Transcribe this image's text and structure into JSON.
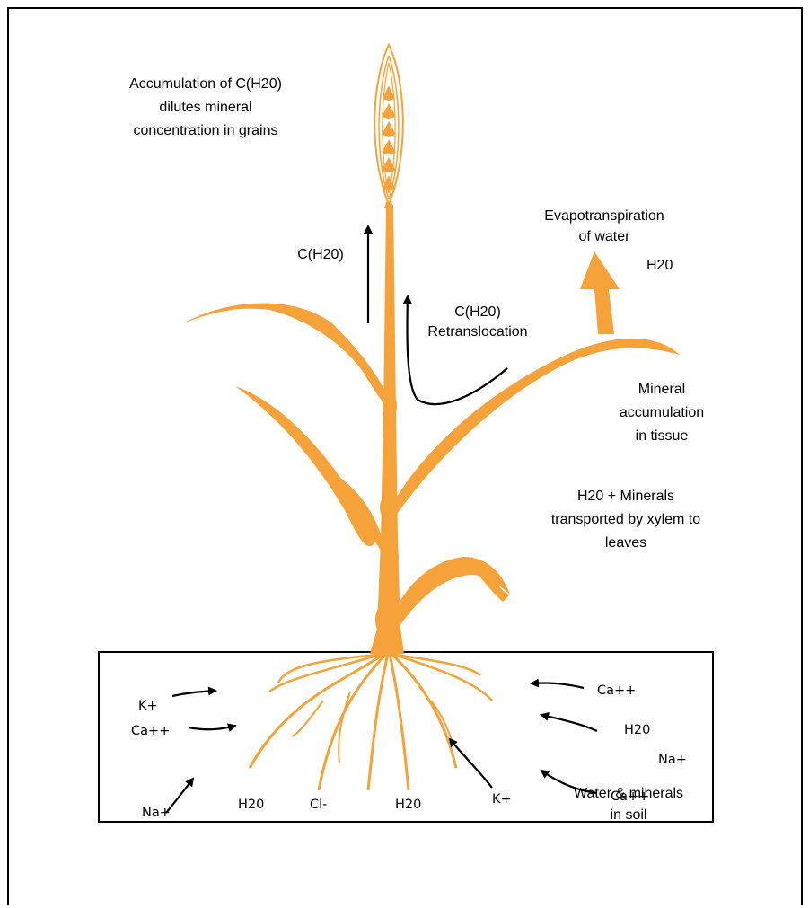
{
  "labels": {
    "grain_line1": "Accumulation of C(H20)",
    "grain_line2": "dilutes mineral",
    "grain_line3": "concentration in grains",
    "evap_line1": "Evapotranspiration",
    "evap_line2": "of water",
    "evap_h2o": "H20",
    "stem_ch2o": "C(H20)",
    "retrans_line1": "C(H20)",
    "retrans_line2": "Retranslocation",
    "mineral_line1": "Mineral",
    "mineral_line2": "accumulation",
    "mineral_line3": "in tissue",
    "xylem_line1": "H20 + Minerals",
    "xylem_line2": "transported by xylem to",
    "xylem_line3": "leaves",
    "soil_line1": "Water & minerals",
    "soil_line2": "in soil"
  },
  "soil_ions": {
    "k_left": "K+",
    "ca_left": "Ca++",
    "na_left": "Na+",
    "h2o_1": "H20",
    "cl": "Cl-",
    "h2o_2": "H20",
    "k_mid": "K+",
    "ca_right_top": "Ca++",
    "h2o_right": "H20",
    "na_right": "Na+",
    "ca_right_bottom": "Ca++"
  },
  "colors": {
    "plant": "#f5a23a",
    "arrows": "#000000",
    "frame": "#000000"
  }
}
